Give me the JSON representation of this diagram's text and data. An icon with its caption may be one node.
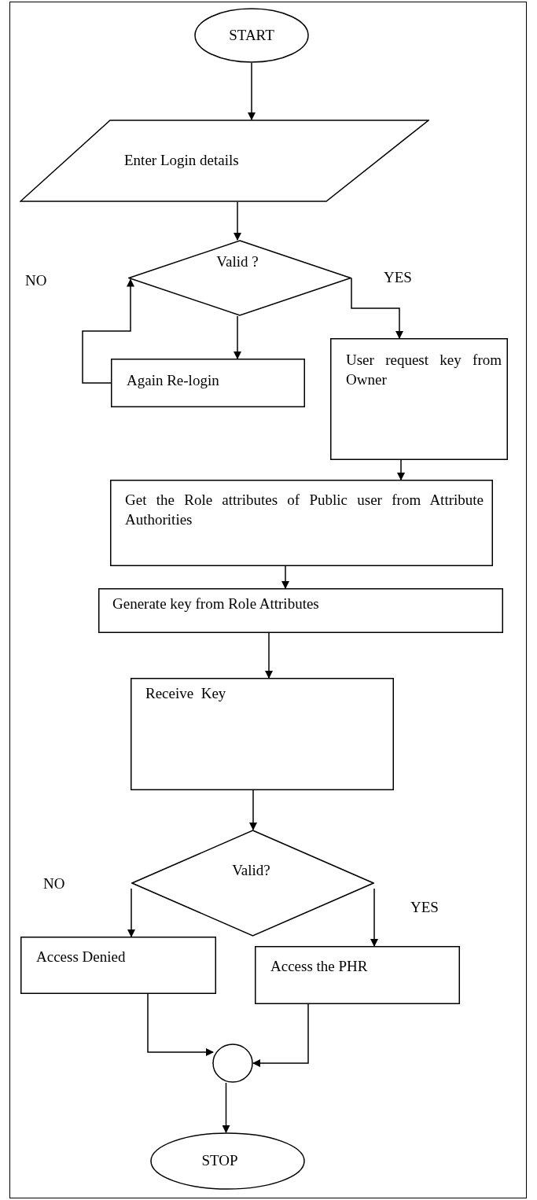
{
  "diagram": {
    "nodes": [
      {
        "text": [
          "START"
        ]
      },
      {
        "text": [
          "Enter Login details"
        ]
      },
      {
        "text": [
          "Valid ?"
        ]
      },
      {
        "text": [
          "Again Re-login"
        ]
      },
      {
        "text": [
          "User request key from Owner"
        ]
      },
      {
        "text": [
          "Get the Role attributes of Public user from Attribute Authorities"
        ]
      },
      {
        "text": [
          "Generate key from Role Attributes"
        ]
      },
      {
        "text": [
          "Receive  Key"
        ]
      },
      {
        "text": [
          "Valid?"
        ]
      },
      {
        "text": [
          "Access Denied"
        ]
      },
      {
        "text": [
          "Access the PHR"
        ]
      },
      {
        "text": [],
        "shape": "circle"
      },
      {
        "text": [
          "STOP"
        ]
      }
    ],
    "edges": [
      {
        "from": 0,
        "to": 1,
        "arrow": "to"
      },
      {
        "from": 1,
        "to": 2,
        "arrow": "to"
      },
      {
        "from": 2,
        "to": 3,
        "arrow": "to"
      },
      {
        "from": 3,
        "to": 2,
        "arrow": "to",
        "label": "NO"
      },
      {
        "from": 2,
        "to": 4,
        "arrow": "to",
        "label": "YES"
      },
      {
        "from": 4,
        "to": 5,
        "arrow": "to"
      },
      {
        "from": 5,
        "to": 6,
        "arrow": "to"
      },
      {
        "from": 6,
        "to": 7,
        "arrow": "to"
      },
      {
        "from": 7,
        "to": 8,
        "arrow": "to"
      },
      {
        "from": 8,
        "to": 9,
        "arrow": "to",
        "label": "NO"
      },
      {
        "from": 8,
        "to": 10,
        "arrow": "to",
        "label": "YES"
      },
      {
        "from": 9,
        "to": 11,
        "arrow": "to"
      },
      {
        "from": 10,
        "to": 11,
        "arrow": "to"
      },
      {
        "from": 11,
        "to": 12,
        "arrow": "to"
      }
    ]
  }
}
